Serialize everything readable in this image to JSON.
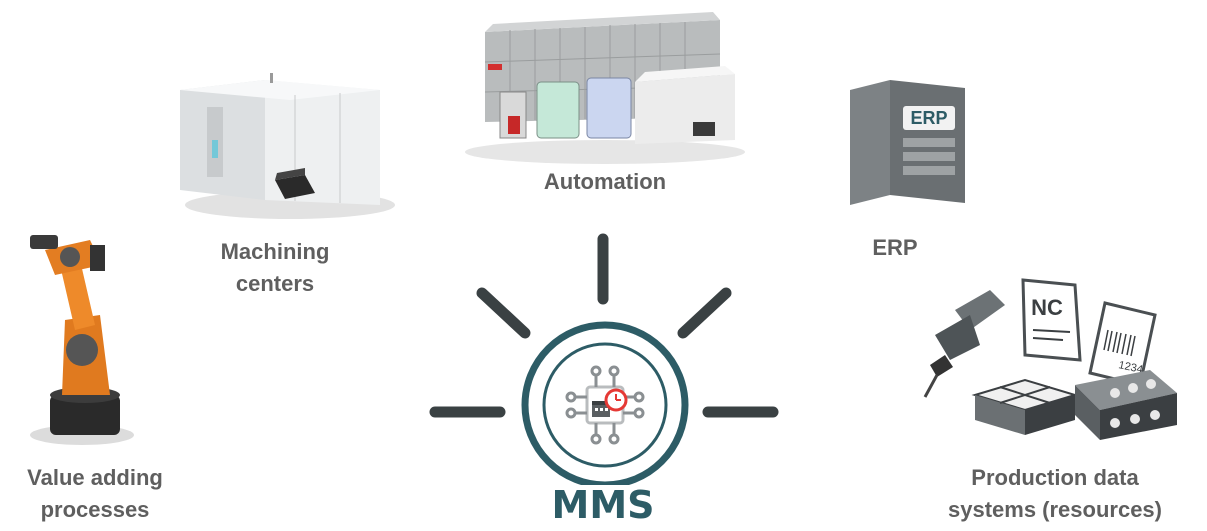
{
  "center": {
    "title": "MMS",
    "icon": "mms-hub-icon",
    "colors": {
      "ring": "#2d5c66",
      "ray": "#3a4143",
      "icon_accent": "#e53935"
    }
  },
  "nodes": [
    {
      "id": "automation",
      "label_lines": [
        "Automation"
      ],
      "icon": "automation-cell-icon"
    },
    {
      "id": "machining",
      "label_lines": [
        "Machining",
        "centers"
      ],
      "icon": "machining-center-icon"
    },
    {
      "id": "erp",
      "label_lines": [
        "ERP"
      ],
      "icon": "erp-server-icon",
      "icon_text": "ERP"
    },
    {
      "id": "value",
      "label_lines": [
        "Value adding",
        "processes"
      ],
      "icon": "robot-arm-icon"
    },
    {
      "id": "production",
      "label_lines": [
        "Production data",
        "systems (resources)"
      ],
      "icon": "production-data-icon",
      "nc_text": "NC",
      "barcode_text": "1234"
    }
  ]
}
